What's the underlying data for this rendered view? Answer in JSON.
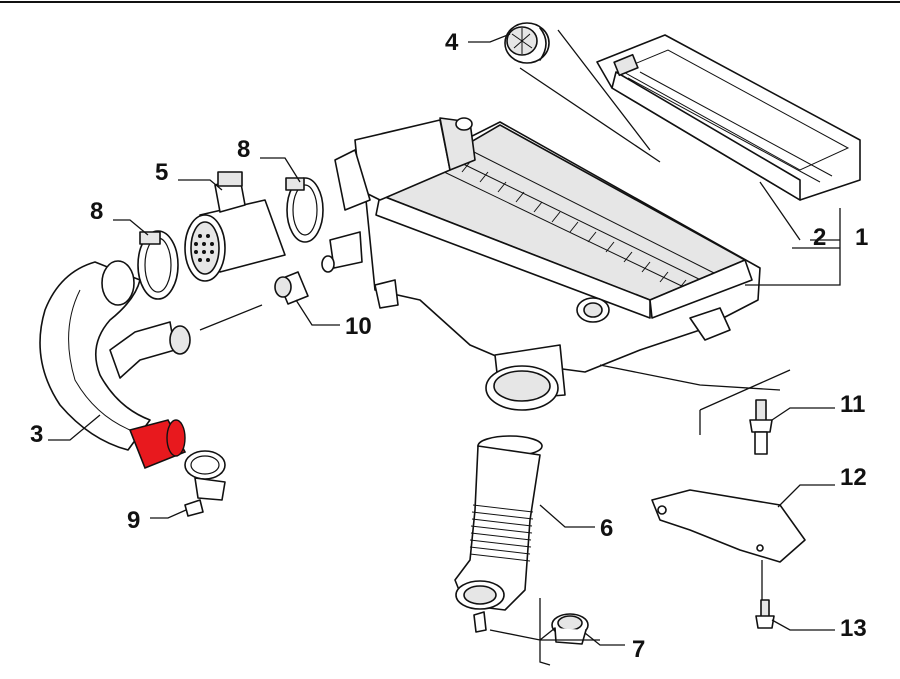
{
  "colors": {
    "line": "#111111",
    "fill": "#ffffff",
    "shade": "#e6e6e6",
    "highlight": "#e8191e"
  },
  "highlighted_part": "3",
  "callouts": {
    "c1": "1",
    "c2": "2",
    "c3": "3",
    "c4": "4",
    "c5": "5",
    "c6": "6",
    "c7": "7",
    "c8a": "8",
    "c8b": "8",
    "c9": "9",
    "c10": "10",
    "c11": "11",
    "c12": "12",
    "c13": "13"
  }
}
